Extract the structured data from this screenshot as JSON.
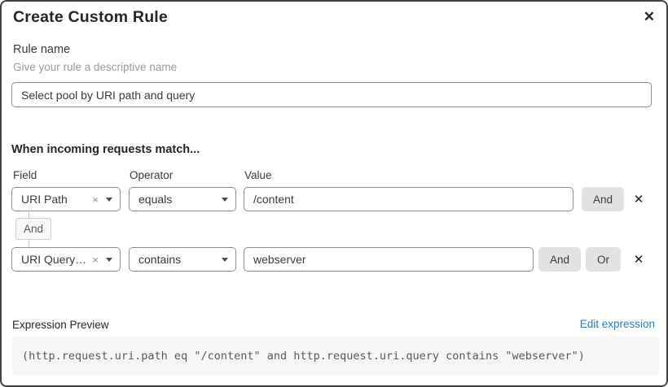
{
  "dialog": {
    "title": "Create Custom Rule"
  },
  "icons": {
    "close": "✕",
    "remove_row": "✕",
    "clear_selection": "×",
    "caret": "▾"
  },
  "rule_name": {
    "label": "Rule name",
    "helper": "Give your rule a descriptive name",
    "value": "Select pool by URI path and query"
  },
  "matcher": {
    "heading": "When incoming requests match...",
    "column_headers": {
      "field": "Field",
      "operator": "Operator",
      "value": "Value"
    },
    "connector_label": "And",
    "rows": [
      {
        "field": "URI Path",
        "operator": "equals",
        "value": "/content",
        "and_label": "And"
      },
      {
        "field": "URI Query St...",
        "operator": "contains",
        "value": "webserver",
        "and_label": "And",
        "or_label": "Or"
      }
    ]
  },
  "expression": {
    "label": "Expression Preview",
    "edit_link": "Edit expression",
    "preview": "(http.request.uri.path eq \"/content\" and http.request.uri.query contains \"webserver\")"
  },
  "colors": {
    "dialog_border": "#424242",
    "input_border": "#8d8d8d",
    "button_gray_bg": "#e2e2e2",
    "badge_bg": "#f7f7f7",
    "code_bg": "#f6f6f6",
    "link_blue": "#2f7bbf",
    "helper_gray": "#9a9a9a"
  }
}
